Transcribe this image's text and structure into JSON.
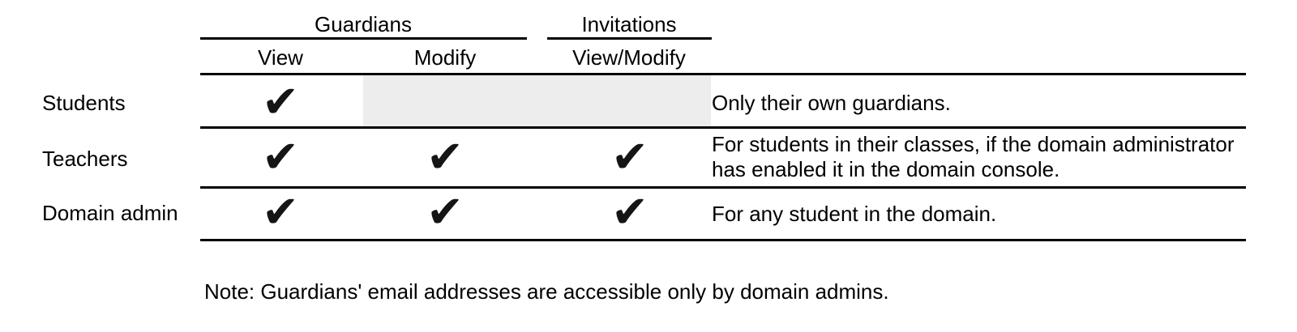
{
  "colors": {
    "background": "#ffffff",
    "rule_line": "#000000",
    "disabled_cell_bg": "#ededed",
    "text": "#000000",
    "check": "#151515"
  },
  "icons": {
    "check": "✔"
  },
  "table": {
    "column_groups": [
      {
        "label": "Guardians",
        "columns": [
          "View",
          "Modify"
        ]
      },
      {
        "label": "Invitations",
        "columns": [
          "View/Modify"
        ]
      }
    ],
    "subheaders": [
      {
        "label": "View"
      },
      {
        "label": "Modify"
      },
      {
        "label": "View/Modify"
      }
    ],
    "rows": [
      {
        "label": "Students",
        "cells": {
          "guardians_view": true,
          "guardians_modify": false,
          "invitations_view_modify": false
        },
        "disabled_cells": [
          "guardians_modify",
          "invitations_view_modify"
        ],
        "note_lines": [
          "Only their own guardians."
        ]
      },
      {
        "label": "Teachers",
        "cells": {
          "guardians_view": true,
          "guardians_modify": true,
          "invitations_view_modify": true
        },
        "disabled_cells": [],
        "note_lines": [
          "For students in their classes, if the domain administrator",
          "has enabled it in the domain console."
        ]
      },
      {
        "label": "Domain admin",
        "cells": {
          "guardians_view": true,
          "guardians_modify": true,
          "invitations_view_modify": true
        },
        "disabled_cells": [],
        "note_lines": [
          "For any student in the domain."
        ]
      }
    ]
  },
  "footnote": "Note: Guardians' email addresses are accessible only by domain admins."
}
